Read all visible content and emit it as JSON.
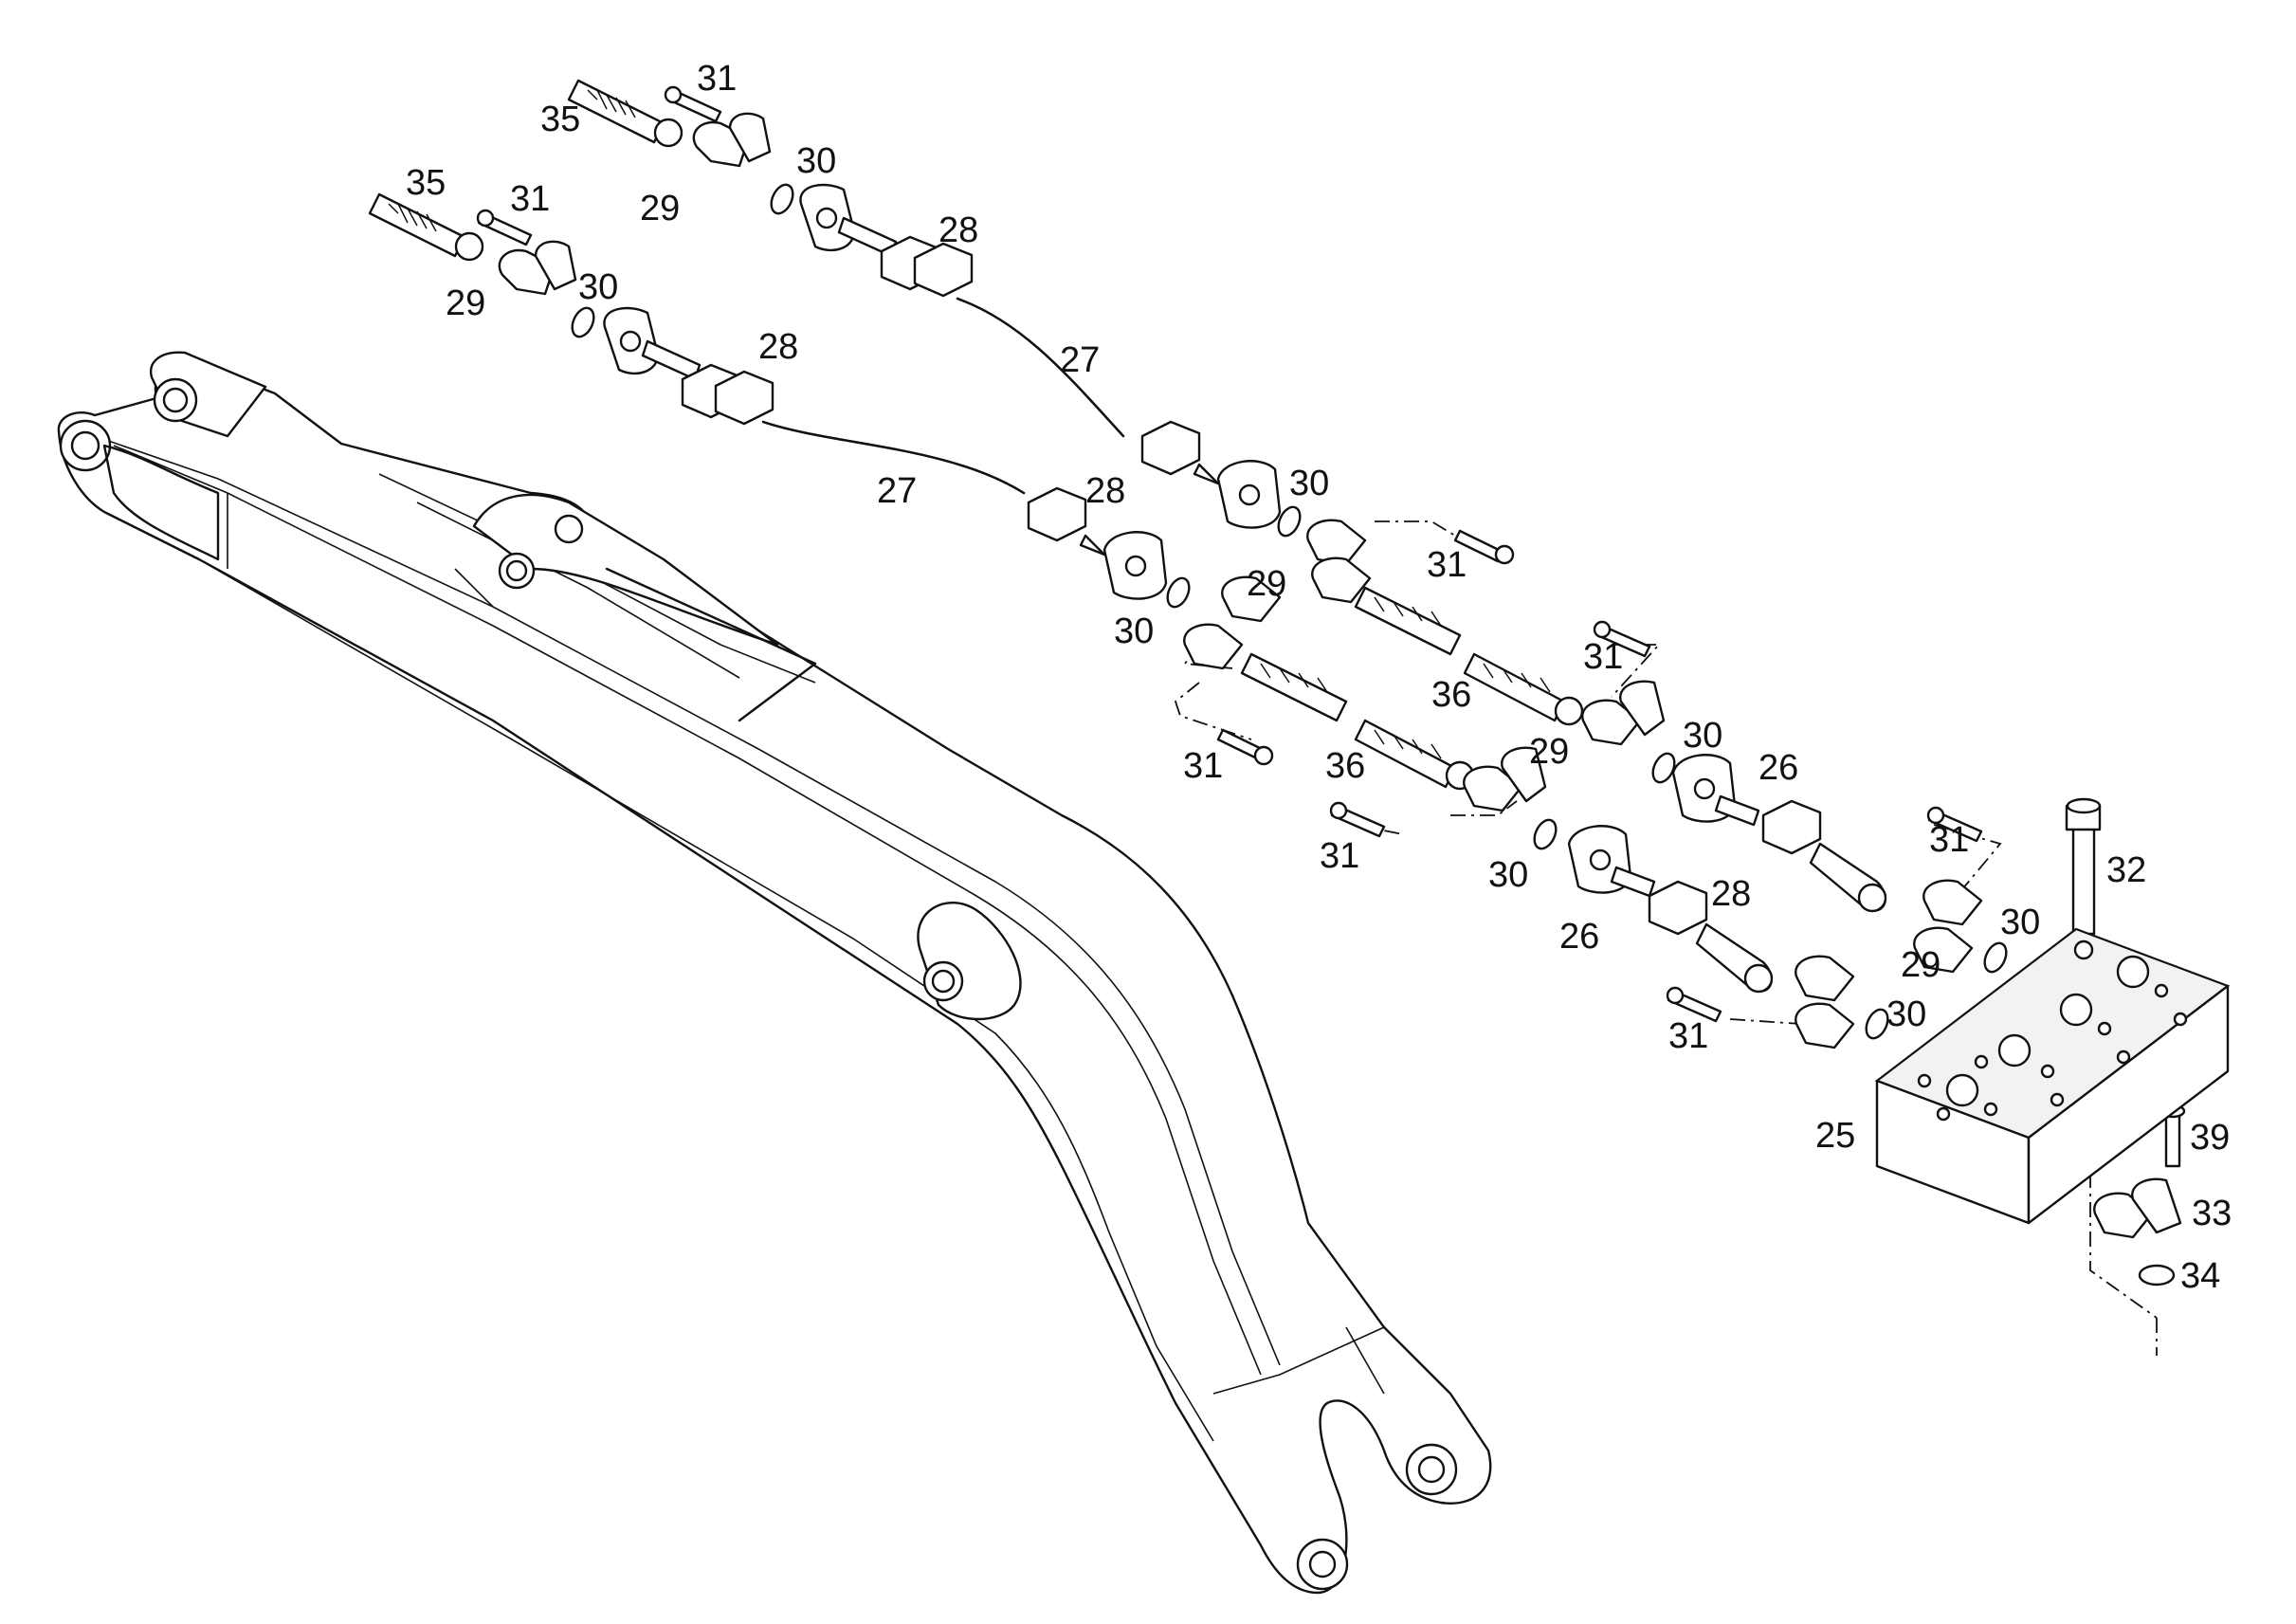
{
  "diagram": {
    "labels": [
      {
        "id": "l35a",
        "text": "35"
      },
      {
        "id": "l31a",
        "text": "31"
      },
      {
        "id": "l29a",
        "text": "29"
      },
      {
        "id": "l30a",
        "text": "30"
      },
      {
        "id": "l28a",
        "text": "28"
      },
      {
        "id": "l35b",
        "text": "35"
      },
      {
        "id": "l31b",
        "text": "31"
      },
      {
        "id": "l29b",
        "text": "29"
      },
      {
        "id": "l30b",
        "text": "30"
      },
      {
        "id": "l28b",
        "text": "28"
      },
      {
        "id": "l27a",
        "text": "27"
      },
      {
        "id": "l27b",
        "text": "27"
      },
      {
        "id": "l28c",
        "text": "28"
      },
      {
        "id": "l30c",
        "text": "30"
      },
      {
        "id": "l31c",
        "text": "31"
      },
      {
        "id": "l29c",
        "text": "29"
      },
      {
        "id": "l30d",
        "text": "30"
      },
      {
        "id": "l31d",
        "text": "31"
      },
      {
        "id": "l36a",
        "text": "36"
      },
      {
        "id": "l31e",
        "text": "31"
      },
      {
        "id": "l36b",
        "text": "36"
      },
      {
        "id": "l29d",
        "text": "29"
      },
      {
        "id": "l30e",
        "text": "30"
      },
      {
        "id": "l26a",
        "text": "26"
      },
      {
        "id": "l31f",
        "text": "31"
      },
      {
        "id": "l30f",
        "text": "30"
      },
      {
        "id": "l31g",
        "text": "31"
      },
      {
        "id": "l32",
        "text": "32"
      },
      {
        "id": "l28d",
        "text": "28"
      },
      {
        "id": "l26b",
        "text": "26"
      },
      {
        "id": "l30g",
        "text": "30"
      },
      {
        "id": "l29e",
        "text": "29"
      },
      {
        "id": "l31h",
        "text": "31"
      },
      {
        "id": "l30h",
        "text": "30"
      },
      {
        "id": "l25",
        "text": "25"
      },
      {
        "id": "l39",
        "text": "39"
      },
      {
        "id": "l33",
        "text": "33"
      },
      {
        "id": "l34",
        "text": "34"
      }
    ]
  }
}
